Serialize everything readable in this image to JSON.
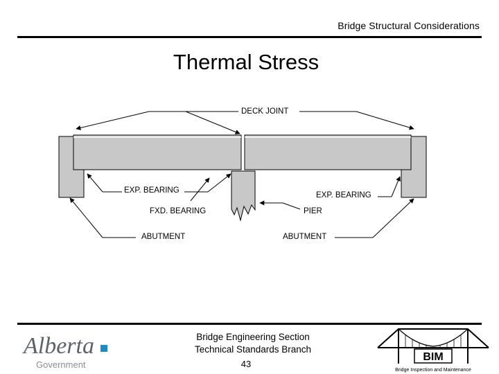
{
  "header": {
    "title": "Bridge Structural Considerations"
  },
  "slide": {
    "title": "Thermal Stress"
  },
  "diagram": {
    "labels": {
      "deck_joint": "DECK JOINT",
      "exp_bearing_left": "EXP. BEARING",
      "exp_bearing_right": "EXP. BEARING",
      "fxd_bearing": "FXD. BEARING",
      "pier": "PIER",
      "abutment_left": "ABUTMENT",
      "abutment_right": "ABUTMENT"
    }
  },
  "footer": {
    "line1": "Bridge Engineering Section",
    "line2": "Technical Standards Branch",
    "page_number": "43",
    "alberta_logo": {
      "wordmark": "Alberta",
      "subtitle": "Government",
      "accent_color": "#1e8bc3"
    },
    "bim_logo": {
      "wordmark": "BIM",
      "subtitle": "Bridge Inspection and Maintenance"
    }
  }
}
